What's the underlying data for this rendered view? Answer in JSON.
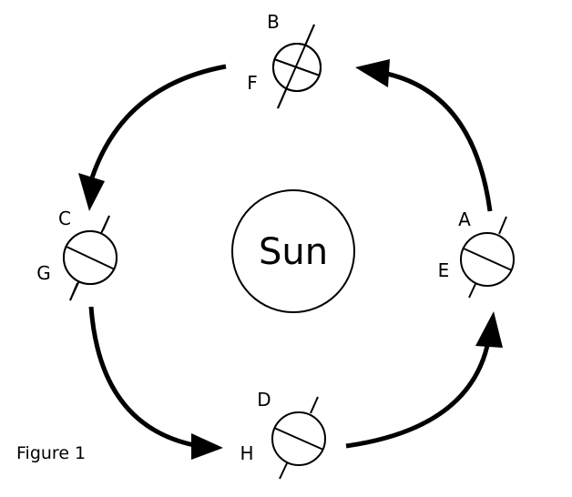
{
  "caption": "Figure 1",
  "sun": {
    "label": "Sun"
  },
  "positions": [
    {
      "id": "right",
      "labels": [
        "A",
        "E"
      ]
    },
    {
      "id": "top",
      "labels": [
        "B",
        "F"
      ]
    },
    {
      "id": "left",
      "labels": [
        "C",
        "G"
      ]
    },
    {
      "id": "bottom",
      "labels": [
        "D",
        "H"
      ]
    }
  ],
  "orbit_direction": "counterclockwise",
  "colors": {
    "ink": "#000000",
    "background": "#ffffff"
  }
}
